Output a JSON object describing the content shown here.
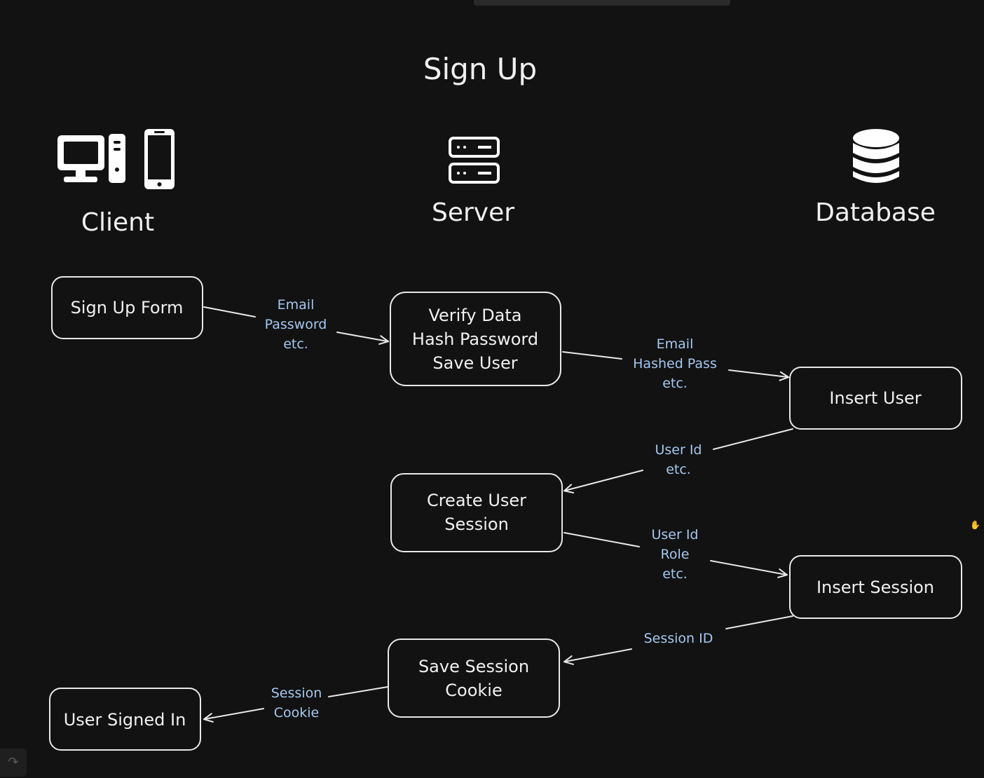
{
  "title": "Sign Up",
  "columns": {
    "client": "Client",
    "server": "Server",
    "database": "Database"
  },
  "nodes": {
    "signup_form": [
      "Sign Up Form"
    ],
    "verify": [
      "Verify Data",
      "Hash Password",
      "Save User"
    ],
    "insert_user": [
      "Insert User"
    ],
    "create_session": [
      "Create User",
      "Session"
    ],
    "insert_session": [
      "Insert Session"
    ],
    "save_cookie": [
      "Save Session",
      "Cookie"
    ],
    "signed_in": [
      "User Signed In"
    ]
  },
  "edge_labels": {
    "form_to_verify": [
      "Email",
      "Password",
      "etc."
    ],
    "verify_to_insert_user": [
      "Email",
      "Hashed Pass",
      "etc."
    ],
    "insert_user_to_create_session": [
      "User Id",
      "etc."
    ],
    "create_session_to_insert_session": [
      "User Id",
      "Role",
      "etc."
    ],
    "insert_session_to_save_cookie": [
      "Session ID"
    ],
    "save_cookie_to_signed_in": [
      "Session",
      "Cookie"
    ]
  },
  "colors": {
    "background": "#121212",
    "stroke": "#e8e8e8",
    "text": "#f0f0f0",
    "label": "#a5c8f0"
  },
  "icons": [
    "desktop-icon",
    "phone-icon",
    "server-icon",
    "database-icon"
  ]
}
